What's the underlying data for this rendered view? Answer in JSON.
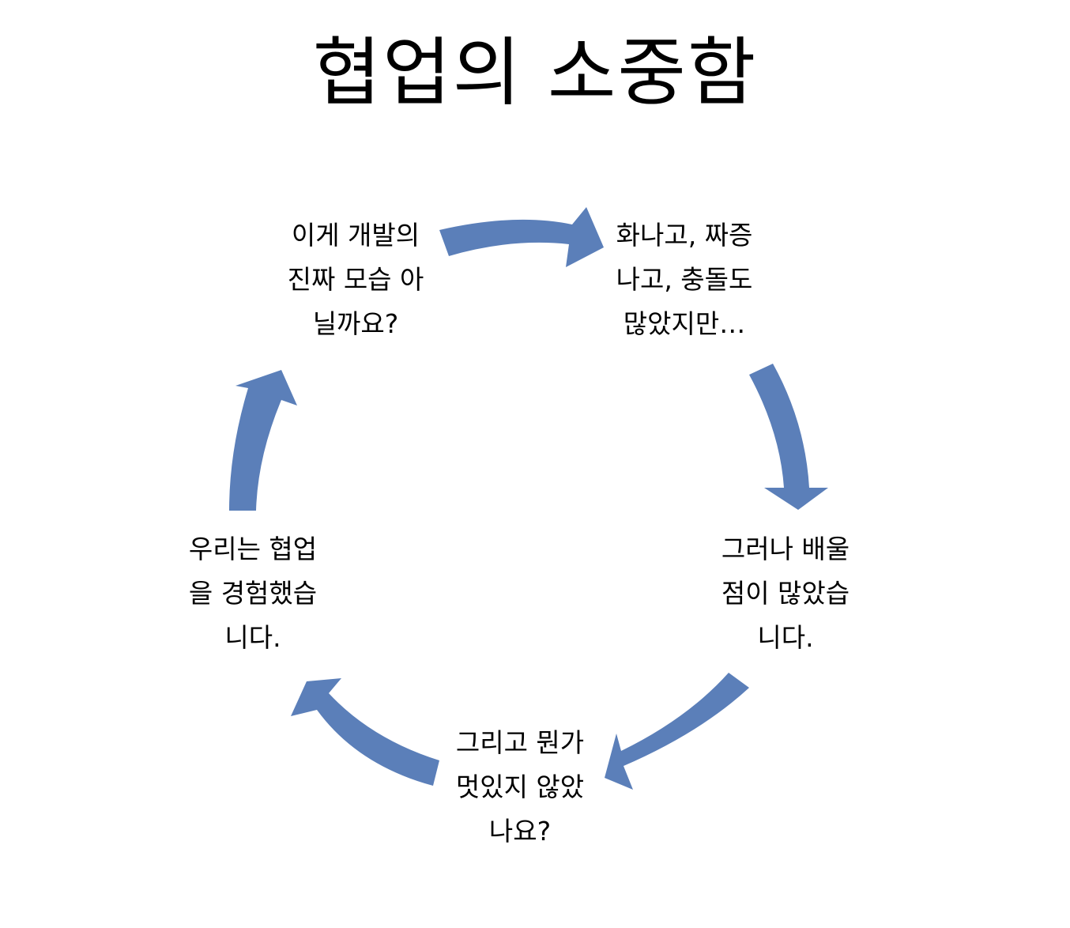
{
  "title": "협업의 소중함",
  "accent_color": "#5b7fb9",
  "cycle": {
    "nodes": [
      {
        "text": "이게 개발의\n진짜 모습 아\n닐까요?"
      },
      {
        "text": "화나고, 짜증\n나고, 충돌도\n많았지만…"
      },
      {
        "text": "그러나 배울\n점이 많았습\n니다."
      },
      {
        "text": "그리고 뭔가\n멋있지 않았\n나요?"
      },
      {
        "text": "우리는 협업\n을 경험했습\n니다."
      }
    ]
  }
}
